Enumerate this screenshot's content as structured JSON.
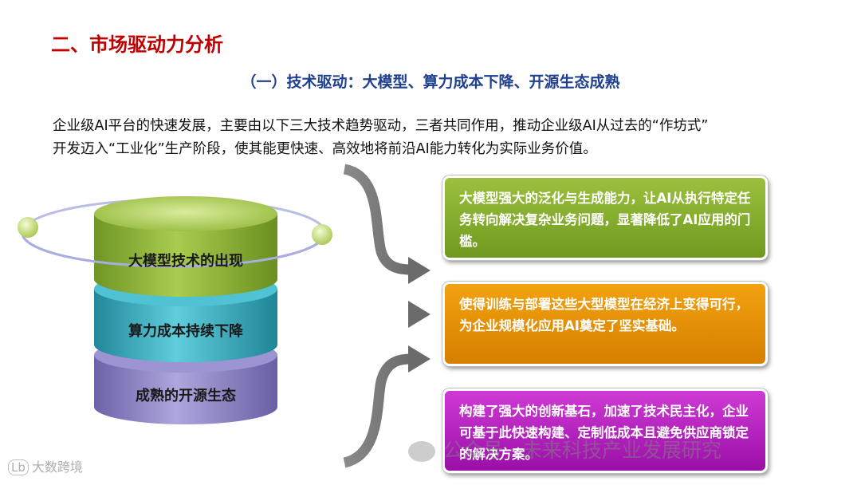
{
  "header": {
    "title": "二、市场驱动力分析",
    "subtitle": "（一）技术驱动：大模型、算力成本下降、开源生态成熟"
  },
  "intro": {
    "line1": "企业级AI平台的快速发展，主要由以下三大技术趋势驱动，三者共同作用，推动企业级AI从过去的“作坊式”",
    "line2": "开发迈入“工业化”生产阶段，使其能更快速、高效地将前沿AI能力转化为实际业务价值。"
  },
  "cylinder": {
    "layers": [
      {
        "label": "大模型技术的出现",
        "color": "#8fb23a"
      },
      {
        "label": "算力成本持续下降",
        "color": "#3fb3c5"
      },
      {
        "label": "成熟的开源生态",
        "color": "#8e84c6"
      }
    ]
  },
  "boxes": [
    {
      "text": "大模型强大的泛化与生成能力，让AI从执行特定任务转向解决复杂业务问题，显著降低了AI应用的门槛。",
      "color": "#86ad2e"
    },
    {
      "text": "使得训练与部署这些大型模型在经济上变得可行，为企业规模化应用AI奠定了坚实基础。",
      "color": "#e58f06"
    },
    {
      "text": "构建了强大的创新基石，加速了技术民主化，企业可基于此快速构建、定制低成本且避免供应商锁定的解决方案。",
      "color": "#b61fc0"
    }
  ],
  "watermarks": {
    "right": "公众号 · 未来科技产业发展研究",
    "left": "大数跨境",
    "left_icon": "Lb"
  }
}
